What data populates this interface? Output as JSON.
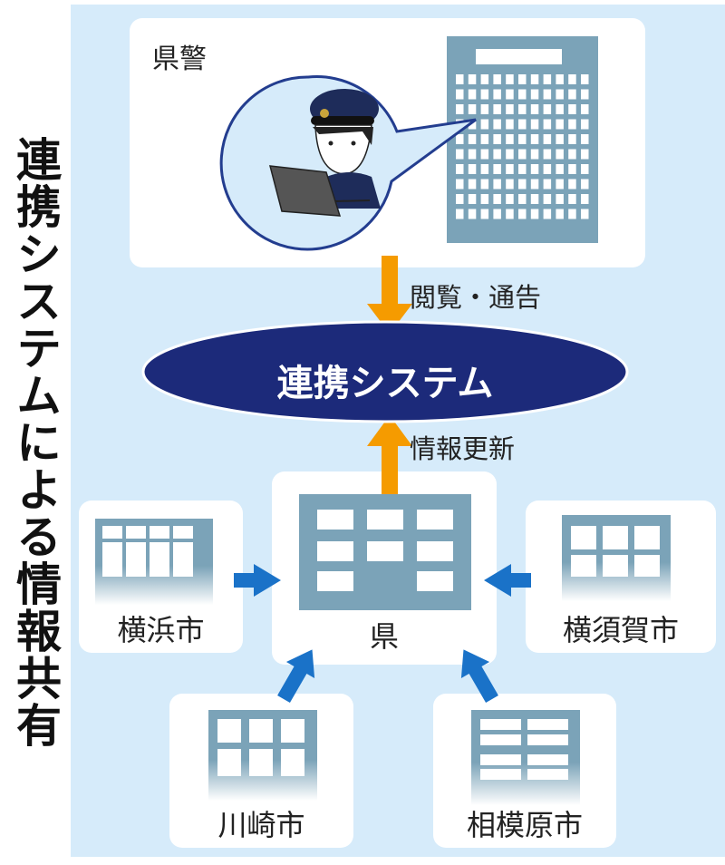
{
  "title": "連携システムによる情報共有",
  "police": {
    "label": "県警"
  },
  "flows": {
    "view_notify": "閲覧・通告",
    "info_update": "情報更新"
  },
  "system": {
    "label": "連携システム"
  },
  "prefecture": {
    "label": "県"
  },
  "cities": {
    "yokohama": "横浜市",
    "yokosuka": "横須賀市",
    "kawasaki": "川崎市",
    "sagamihara": "相模原市"
  },
  "colors": {
    "panel": "#d6ebfa",
    "building": "#7ba3b8",
    "system": "#1c2a7a",
    "orange_arrow": "#f59b00",
    "blue_arrow": "#1a72c8"
  }
}
